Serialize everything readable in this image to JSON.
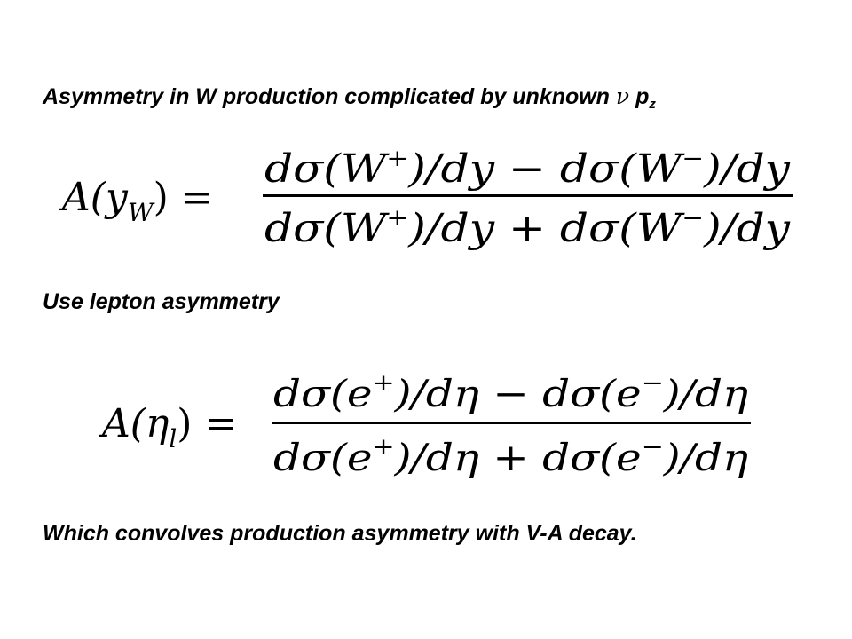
{
  "slide": {
    "heading_text": "Asymmetry in W production complicated by unknown",
    "heading_nu": "ν",
    "heading_p": "p",
    "heading_sub": "z",
    "subheading": "Use lepton asymmetry",
    "footer_text": "Which convolves production asymmetry with V-A decay."
  },
  "equation_w": {
    "lhs_base": "A(y",
    "lhs_sub": "W",
    "lhs_close": ") =",
    "num_left": "dσ(W",
    "num_left_sup": "+",
    "num_left_tail": ")/dy − dσ(W",
    "num_right_sup": "−",
    "num_right_tail": ")/dy",
    "den_left": "dσ(W",
    "den_left_sup": "+",
    "den_left_tail": ")/dy + dσ(W",
    "den_right_sup": "−",
    "den_right_tail": ")/dy"
  },
  "equation_eta": {
    "lhs_base": "A(η",
    "lhs_sub": "l",
    "lhs_close": ") =",
    "num_left": "dσ(e",
    "num_left_sup": "+",
    "num_left_tail": ")/dη − dσ(e",
    "num_right_sup": "−",
    "num_right_tail": ")/dη",
    "den_left": "dσ(e",
    "den_left_sup": "+",
    "den_left_tail": ")/dη + dσ(e",
    "den_right_sup": "−",
    "den_right_tail": ")/dη"
  }
}
